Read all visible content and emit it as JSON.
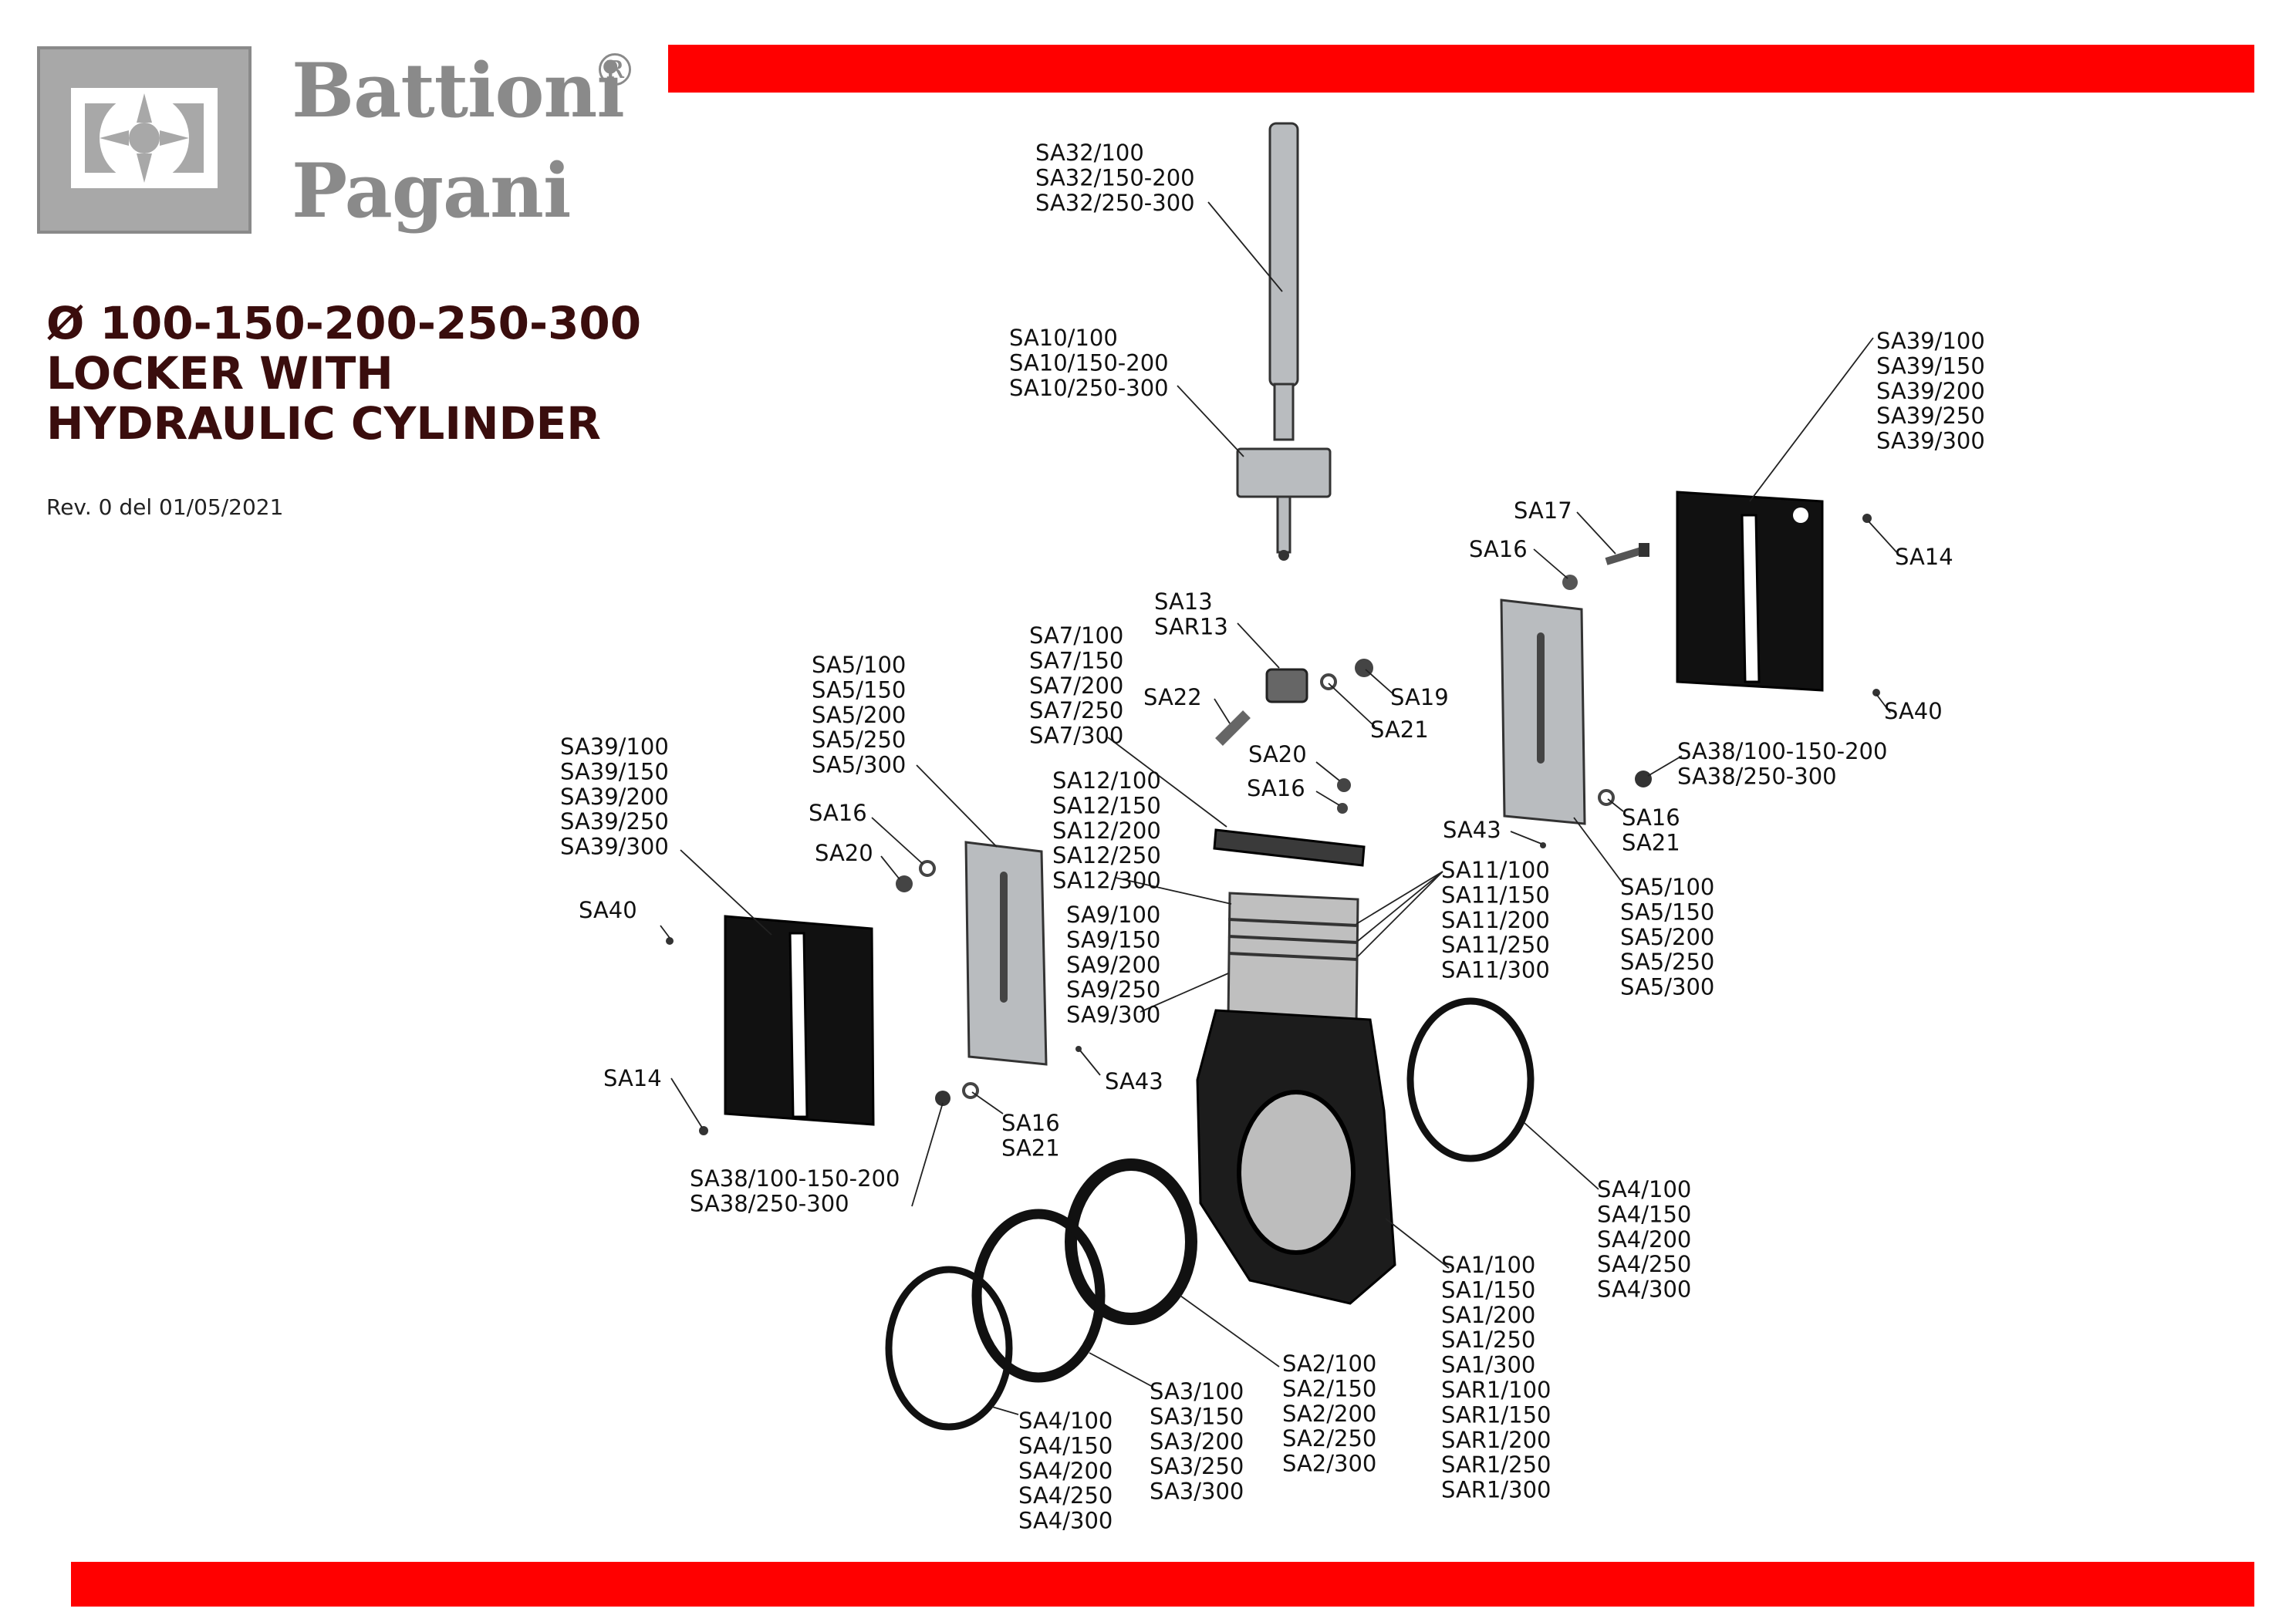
{
  "brand": {
    "name_line1": "Battioni",
    "name_line2": "Pagani",
    "registered": "®"
  },
  "title": {
    "line1": "Ø 100-150-200-250-300",
    "line2": "LOCKER WITH",
    "line3": "HYDRAULIC CYLINDER"
  },
  "revision": "Rev. 0 del 01/05/2021",
  "colors": {
    "accent_bar": "#ff0000",
    "logo_gray": "#a8a8a8",
    "title_color": "#3a0d0d"
  },
  "callouts": [
    {
      "id": "sa32",
      "lines": [
        "SA32/100",
        "SA32/150-200",
        "SA32/250-300"
      ]
    },
    {
      "id": "sa10",
      "lines": [
        "SA10/100",
        "SA10/150-200",
        "SA10/250-300"
      ]
    },
    {
      "id": "sa39-right",
      "lines": [
        "SA39/100",
        "SA39/150",
        "SA39/200",
        "SA39/250",
        "SA39/300"
      ]
    },
    {
      "id": "sa17",
      "lines": [
        "SA17"
      ]
    },
    {
      "id": "sa16-top",
      "lines": [
        "SA16"
      ]
    },
    {
      "id": "sa14-right",
      "lines": [
        "SA14"
      ]
    },
    {
      "id": "sa13",
      "lines": [
        "SA13",
        "SAR13"
      ]
    },
    {
      "id": "sa7",
      "lines": [
        "SA7/100",
        "SA7/150",
        "SA7/200",
        "SA7/250",
        "SA7/300"
      ]
    },
    {
      "id": "sa22",
      "lines": [
        "SA22"
      ]
    },
    {
      "id": "sa19",
      "lines": [
        "SA19"
      ]
    },
    {
      "id": "sa21-top",
      "lines": [
        "SA21"
      ]
    },
    {
      "id": "sa40-right",
      "lines": [
        "SA40"
      ]
    },
    {
      "id": "sa5-left",
      "lines": [
        "SA5/100",
        "SA5/150",
        "SA5/200",
        "SA5/250",
        "SA5/300"
      ]
    },
    {
      "id": "sa39-left",
      "lines": [
        "SA39/100",
        "SA39/150",
        "SA39/200",
        "SA39/250",
        "SA39/300"
      ]
    },
    {
      "id": "sa20-mid",
      "lines": [
        "SA20"
      ]
    },
    {
      "id": "sa16-mid",
      "lines": [
        "SA16"
      ]
    },
    {
      "id": "sa38-right",
      "lines": [
        "SA38/100-150-200",
        "SA38/250-300"
      ]
    },
    {
      "id": "sa16-left",
      "lines": [
        "SA16"
      ]
    },
    {
      "id": "sa20-left",
      "lines": [
        "SA20"
      ]
    },
    {
      "id": "sa12",
      "lines": [
        "SA12/100",
        "SA12/150",
        "SA12/200",
        "SA12/250",
        "SA12/300"
      ]
    },
    {
      "id": "sa43-right",
      "lines": [
        "SA43"
      ]
    },
    {
      "id": "sa16-sa21-right",
      "lines": [
        "SA16",
        "SA21"
      ]
    },
    {
      "id": "sa11",
      "lines": [
        "SA11/100",
        "SA11/150",
        "SA11/200",
        "SA11/250",
        "SA11/300"
      ]
    },
    {
      "id": "sa5-right",
      "lines": [
        "SA5/100",
        "SA5/150",
        "SA5/200",
        "SA5/250",
        "SA5/300"
      ]
    },
    {
      "id": "sa40-left",
      "lines": [
        "SA40"
      ]
    },
    {
      "id": "sa9",
      "lines": [
        "SA9/100",
        "SA9/150",
        "SA9/200",
        "SA9/250",
        "SA9/300"
      ]
    },
    {
      "id": "sa43-left",
      "lines": [
        "SA43"
      ]
    },
    {
      "id": "sa14-left",
      "lines": [
        "SA14"
      ]
    },
    {
      "id": "sa16-sa21-left",
      "lines": [
        "SA16",
        "SA21"
      ]
    },
    {
      "id": "sa38-left",
      "lines": [
        "SA38/100-150-200",
        "SA38/250-300"
      ]
    },
    {
      "id": "sa4-right",
      "lines": [
        "SA4/100",
        "SA4/150",
        "SA4/200",
        "SA4/250",
        "SA4/300"
      ]
    },
    {
      "id": "sa1",
      "lines": [
        "SA1/100",
        "SA1/150",
        "SA1/200",
        "SA1/250",
        "SA1/300",
        "SAR1/100",
        "SAR1/150",
        "SAR1/200",
        "SAR1/250",
        "SAR1/300"
      ]
    },
    {
      "id": "sa2",
      "lines": [
        "SA2/100",
        "SA2/150",
        "SA2/200",
        "SA2/250",
        "SA2/300"
      ]
    },
    {
      "id": "sa3",
      "lines": [
        "SA3/100",
        "SA3/150",
        "SA3/200",
        "SA3/250",
        "SA3/300"
      ]
    },
    {
      "id": "sa4-left",
      "lines": [
        "SA4/100",
        "SA4/150",
        "SA4/200",
        "SA4/250",
        "SA4/300"
      ]
    }
  ]
}
